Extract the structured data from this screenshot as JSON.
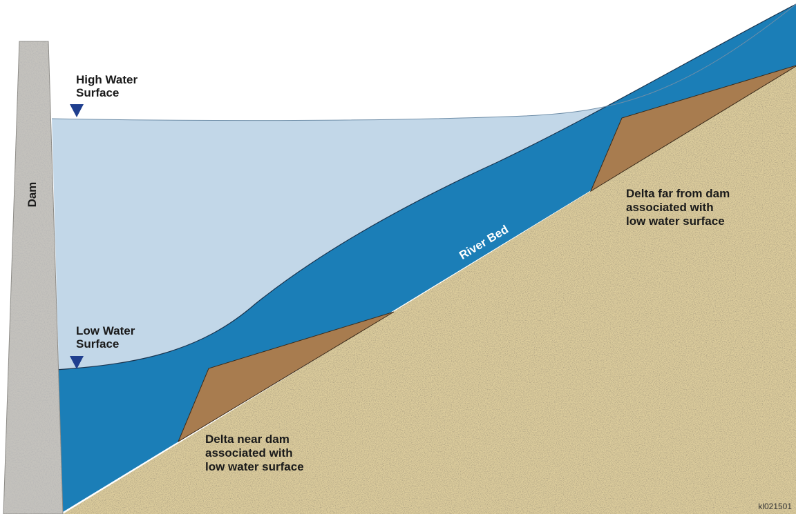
{
  "labels": {
    "dam": "Dam",
    "high_water_line1": "High Water",
    "high_water_line2": "Surface",
    "low_water_line1": "Low Water",
    "low_water_line2": "Surface",
    "river_bed": "River Bed",
    "delta_far_line1": "Delta far from dam",
    "delta_far_line2": "associated with",
    "delta_far_line3": "low water surface",
    "delta_near_line1": "Delta near dam",
    "delta_near_line2": "associated with",
    "delta_near_line3": "low water surface",
    "figure_id": "kl021501"
  },
  "colors": {
    "high_water": "#c2d7e8",
    "low_water": "#1b7eb7",
    "delta": "#a87c4f",
    "ground": "#dccc9c",
    "dam": "#c4c2bd",
    "marker": "#1f3f8f"
  }
}
